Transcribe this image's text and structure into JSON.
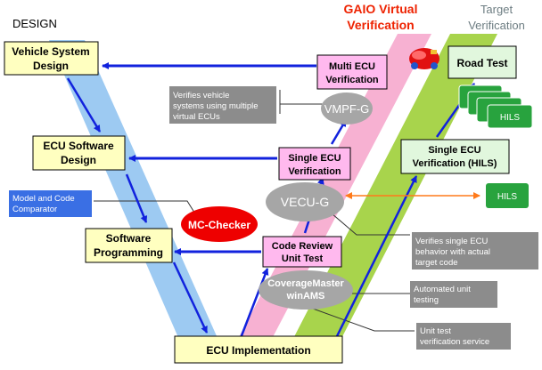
{
  "headers": {
    "design": "DESIGN",
    "gaio": [
      "GAIO Virtual",
      "Verification"
    ],
    "target": [
      "Target",
      "Verification"
    ]
  },
  "boxes": {
    "vehicle_system_design": [
      "Vehicle System",
      "Design"
    ],
    "ecu_software_design": [
      "ECU Software",
      "Design"
    ],
    "software_programming": [
      "Software",
      "Programming"
    ],
    "ecu_implementation": [
      "ECU Implementation"
    ],
    "multi_ecu_verification": [
      "Multi ECU",
      "Verification"
    ],
    "single_ecu_verification": [
      "Single ECU",
      "Verification"
    ],
    "code_review_unit_test": [
      "Code Review",
      "Unit Test"
    ],
    "road_test": [
      "Road Test"
    ],
    "single_ecu_verification_hils": [
      "Single ECU",
      "Verification (HILS)"
    ]
  },
  "tools": {
    "vmpf_g": "VMPF-G",
    "vecu_g": "VECU-G",
    "mc_checker": "MC-Checker",
    "coverage_master": [
      "CoverageMaster",
      "winAMS"
    ]
  },
  "hils": {
    "stack": "HILS",
    "single": "HILS"
  },
  "notes": {
    "vmpf": [
      "Verifies vehicle",
      "systems using multiple",
      "virtual ECUs"
    ],
    "model_code": [
      "Model and Code",
      "Comparator"
    ],
    "vecu": [
      "Verifies single ECU",
      "behavior with actual",
      "target code"
    ],
    "unit_testing": [
      "Automated unit",
      "testing"
    ],
    "unit_service": [
      "Unit test",
      "verification service"
    ]
  },
  "colors": {
    "design_band": "#9dcaf2",
    "gaio_band": "#f7b1d2",
    "target_band": "#a8d44c",
    "design_box": "#ffffc0",
    "verify_box": "#ffb9ee",
    "target_box": "#e1f7dd",
    "hils": "#28a33e",
    "tool_grey": "#a6a6a6",
    "mc_checker": "#ee0000",
    "note_grey": "#8c8c8c",
    "note_blue": "#3a6fe4",
    "arrow_blue": "#1122dd",
    "arrow_orange": "#ff7a1a",
    "gaio_title": "#ee2200",
    "target_title": "#6d7d82"
  }
}
